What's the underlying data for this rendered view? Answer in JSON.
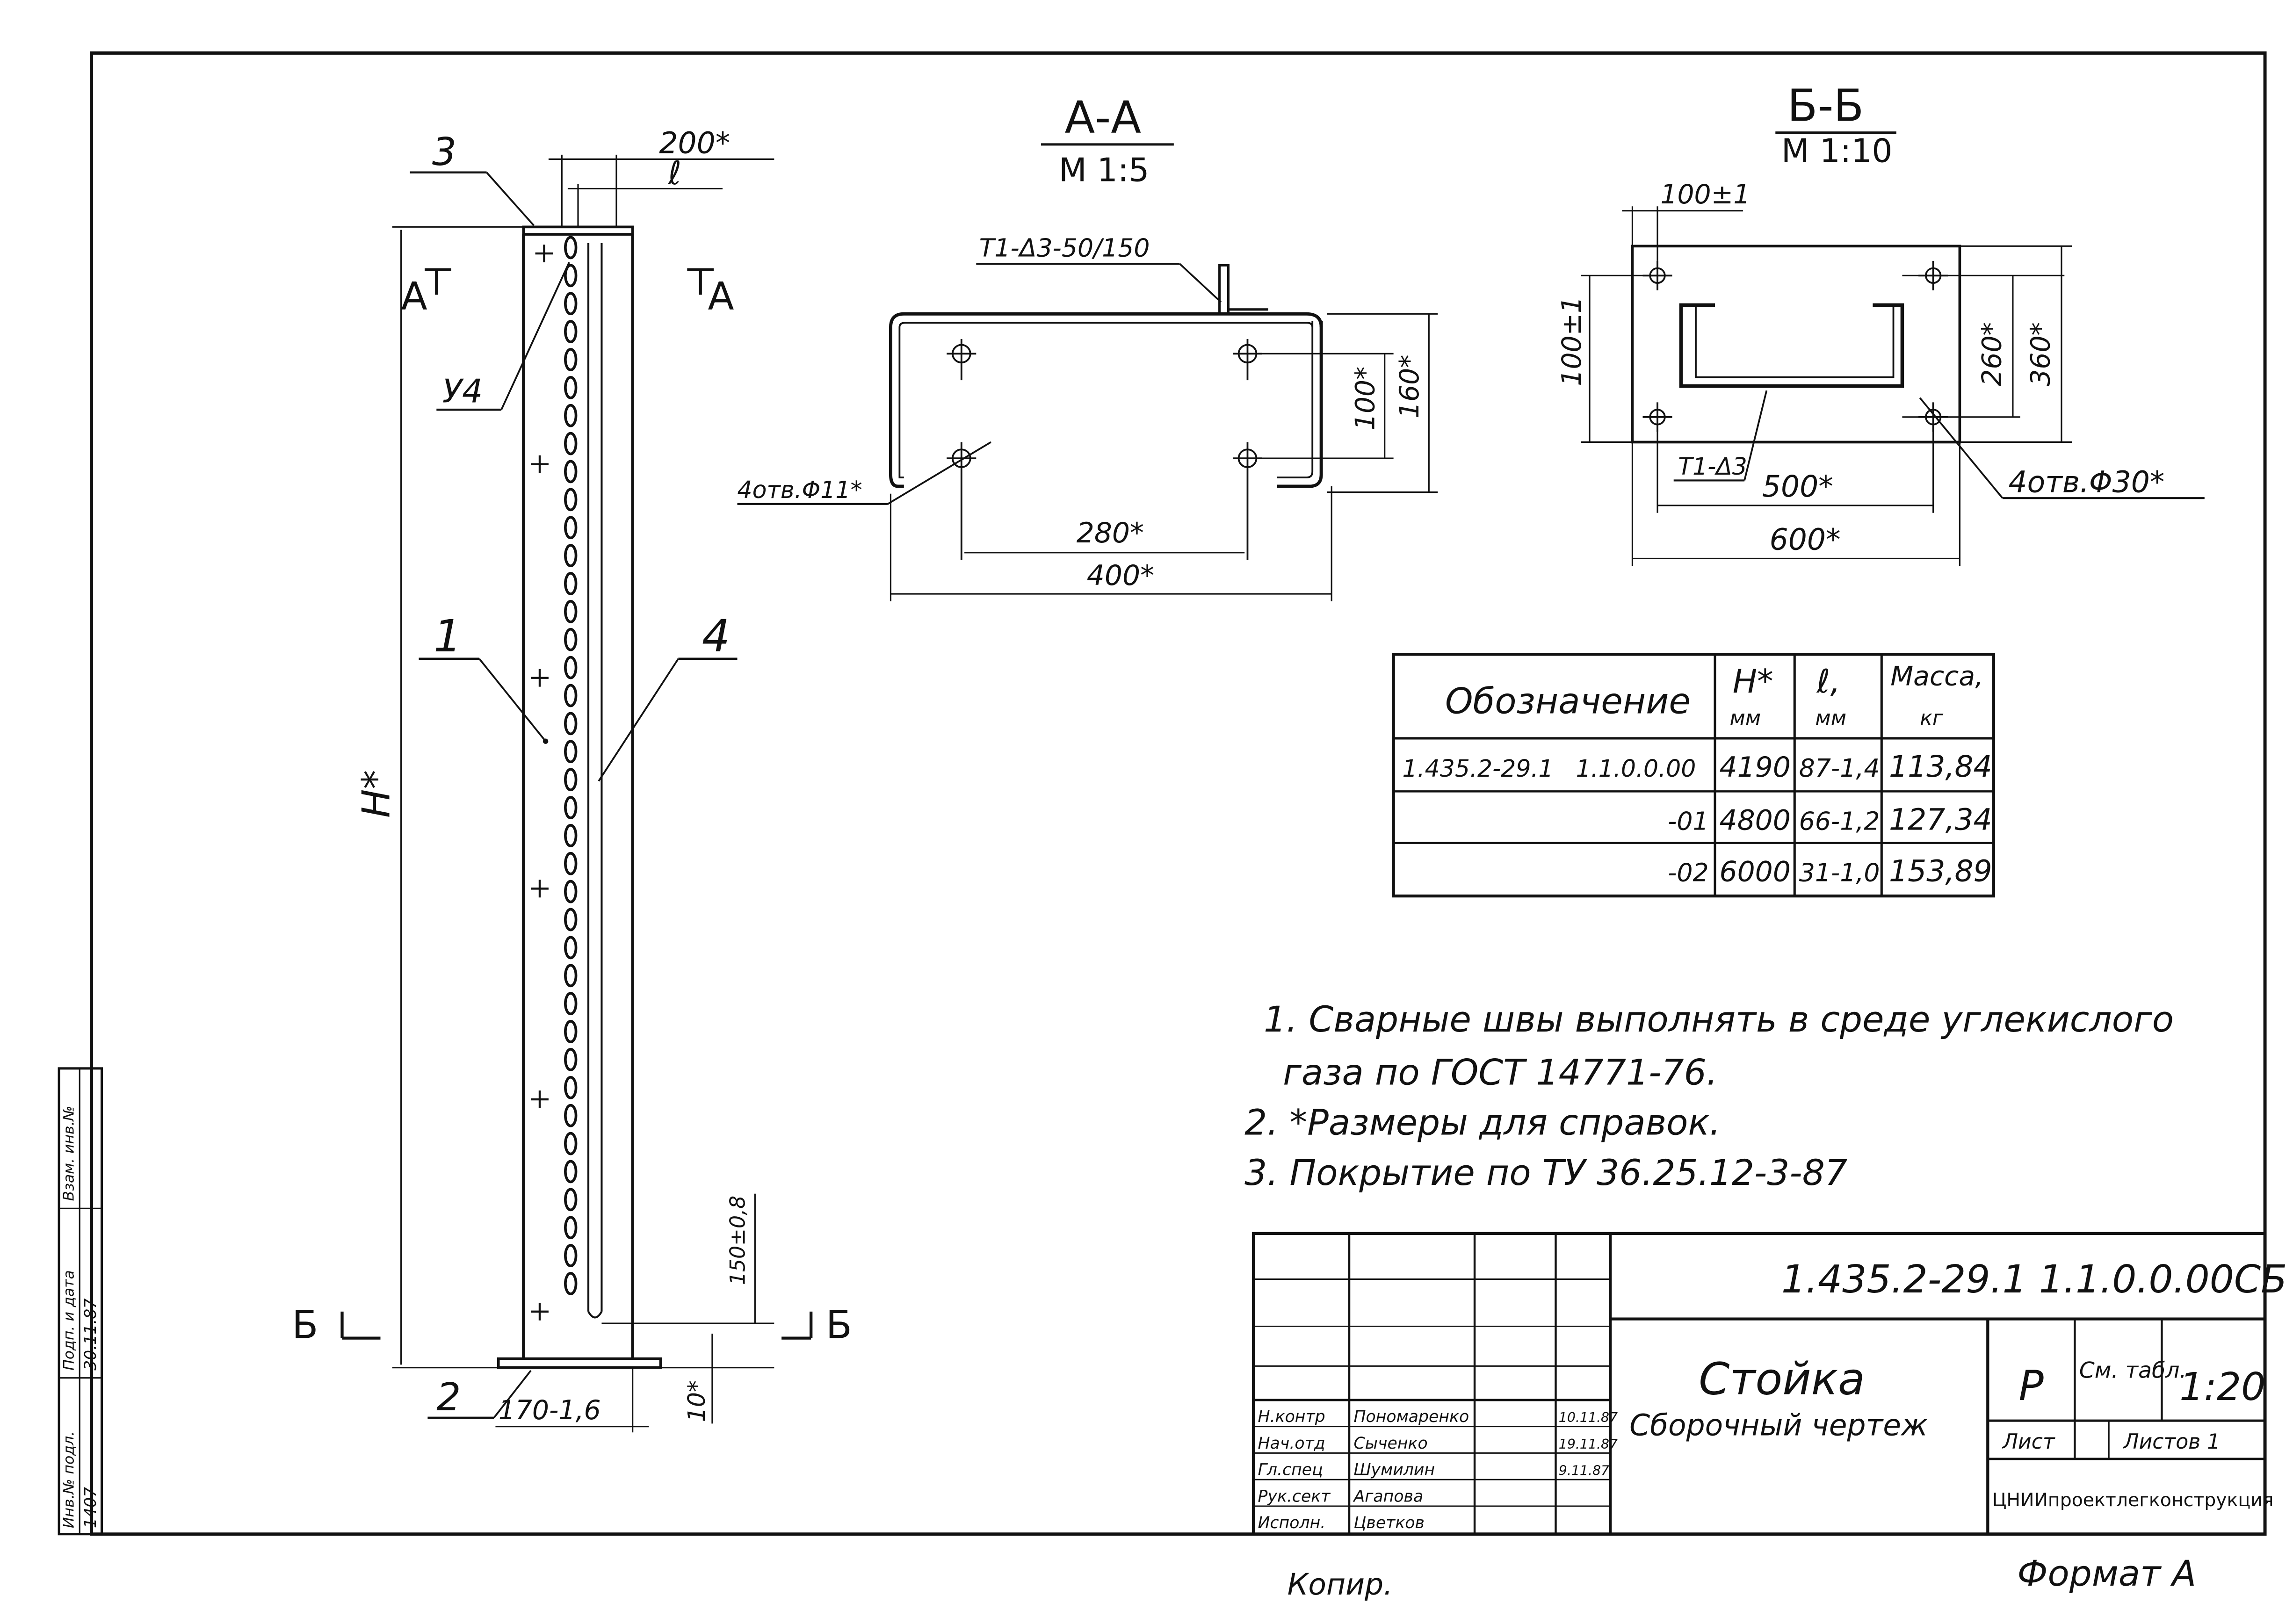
{
  "main_view": {
    "leader_3": "3",
    "leader_y4": "У4",
    "leader_1": "1",
    "leader_4": "4",
    "leader_2": "2",
    "dim_200": "200*",
    "dim_l": "ℓ",
    "dim_H": "H*",
    "dim_150": "150±0,8",
    "dim_10": "10*",
    "dim_170": "170-1,6",
    "cut_a_left": "А",
    "cut_a_right": "А",
    "cut_b_left": "Б",
    "cut_b_right": "Б"
  },
  "section_aa": {
    "title": "А-А",
    "scale": "М 1:5",
    "weld": "Т1-Δ3-50/150",
    "holes": "4отв.Φ11*",
    "dim_280": "280*",
    "dim_400": "400*",
    "dim_100": "100*",
    "dim_160": "160*"
  },
  "section_bb": {
    "title": "Б-Б",
    "scale": "М 1:10",
    "dim_100_top": "100±1",
    "dim_100_side": "100±1",
    "weld": "Т1-Δ3",
    "dim_500": "500*",
    "dim_600": "600*",
    "dim_260": "260*",
    "dim_360": "360*",
    "holes": "4отв.Φ30*"
  },
  "spec_table": {
    "headers": [
      "Обозначение",
      "H*",
      "ℓ,",
      "Масса,"
    ],
    "units": [
      "мм",
      "мм",
      "кг"
    ],
    "rows": [
      {
        "designation": "1.435.2-29.1   1.1.0.0.00",
        "H": "4190",
        "l": "87-1,4",
        "mass": "113,84"
      },
      {
        "designation": "-01",
        "H": "4800",
        "l": "66-1,2",
        "mass": "127,34"
      },
      {
        "designation": "-02",
        "H": "6000",
        "l": "31-1,0",
        "mass": "153,89"
      }
    ]
  },
  "notes": [
    "1. Сварные швы выполнять в среде углекислого",
    "газа по ГОСТ 14771-76.",
    "2. *Размеры для справок.",
    "3. Покрытие по ТУ 36.25.12-3-87"
  ],
  "title_block": {
    "code": "1.435.2-29.1 1.1.0.0.00СБ",
    "name": "Стойка",
    "subtitle": "Сборочный чертеж",
    "stage": "Р",
    "mass_ref": "См. табл.",
    "scale": "1:20",
    "sheet": "Лист",
    "sheets": "Листов 1",
    "org": "ЦНИИпроектлегконструкция",
    "staff_roles": [
      "Н.контр",
      "Нач.отд",
      "Гл.спец",
      "Рук.сект",
      "Исполн."
    ],
    "staff_names": [
      "Пономаренко",
      "Сыченко",
      "Шумилин",
      "Агапова",
      "Цветков"
    ],
    "staff_dates": [
      "10.11.87",
      "19.11.87",
      "9.11.87",
      "",
      ""
    ]
  },
  "margin_stamp": [
    "Инв.№ подл.",
    "Подп. и дата",
    "Взам. инв.№",
    "1407",
    "30.11.87"
  ],
  "footer": {
    "copied": "Копир.",
    "format": "Формат А"
  }
}
